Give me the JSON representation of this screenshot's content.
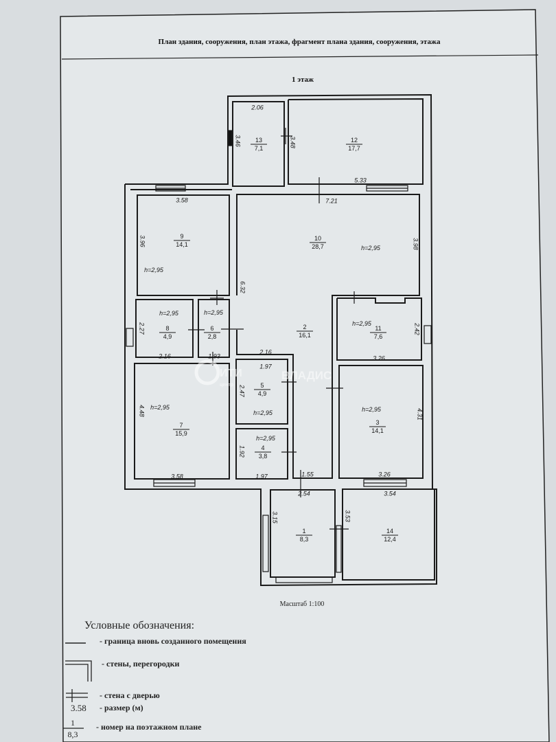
{
  "document": {
    "header": "План здания, сооружения, план этажа, фрагмент плана здания, сооружения, этажа",
    "floor_title": "1 этаж",
    "scale": "Масштаб 1:100"
  },
  "watermarks": [
    "ИТИ",
    "центр",
    "ВЛАДИС"
  ],
  "height_label": "h=2,95",
  "rooms": [
    {
      "number": "1",
      "area": "8,3"
    },
    {
      "number": "2",
      "area": "16,1"
    },
    {
      "number": "3",
      "area": "14,1"
    },
    {
      "number": "4",
      "area": "3,8"
    },
    {
      "number": "5",
      "area": "4,9"
    },
    {
      "number": "6",
      "area": "2,8"
    },
    {
      "number": "7",
      "area": "15,9"
    },
    {
      "number": "8",
      "area": "4,9"
    },
    {
      "number": "9",
      "area": "14,1"
    },
    {
      "number": "10",
      "area": "28,7"
    },
    {
      "number": "11",
      "area": "7,6"
    },
    {
      "number": "12",
      "area": "17,7"
    },
    {
      "number": "13",
      "area": "7,1"
    },
    {
      "number": "14",
      "area": "12,4"
    }
  ],
  "dimensions": [
    "2.06",
    "3.46",
    "3.48",
    "5.33",
    "7.21",
    "3.58",
    "3.96",
    "3.98",
    "6.32",
    "2.27",
    "2.16",
    "1.93",
    "2.16",
    "1.97",
    "2.42",
    "3.26",
    "2.47",
    "4.48",
    "4.31",
    "1.92",
    "1.97",
    "3.58",
    "1.55",
    "3.26",
    "2.54",
    "3.54",
    "3.15",
    "3.53"
  ],
  "legend": {
    "title": "Условные обозначения:",
    "items": [
      "- граница вновь созданного помещения",
      "- стены, перегородки",
      "- стена с дверью",
      "- размер (м)",
      "- номер на поэтажном плане"
    ],
    "sample_size": "3.58",
    "sample_number": "1",
    "sample_area": "8,3"
  }
}
